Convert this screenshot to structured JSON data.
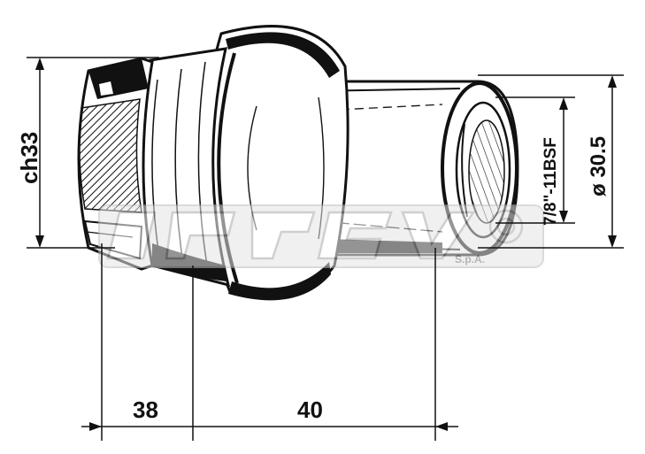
{
  "dimensions": {
    "hex_across_flats": "ch33",
    "thread": "7/8\"-11BSF",
    "outer_diameter": "ø 30.5",
    "length_a": "38",
    "length_b": "40"
  },
  "watermark": {
    "company_suffix": "S.p.A."
  },
  "colors": {
    "ink": "#111111",
    "paper": "#ffffff",
    "watermark": "#c8c8c8"
  }
}
